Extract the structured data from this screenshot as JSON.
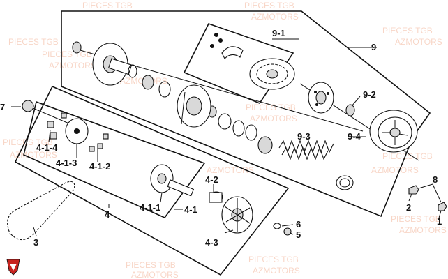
{
  "diagram": {
    "watermark": {
      "line1": "PIECES TGB",
      "line2": "AZMOTORS"
    },
    "colors": {
      "line": "#111111",
      "watermark": "#f3b59a",
      "logo_red": "#c8231f",
      "part_fill": "#ffffff",
      "part_shade": "#d9d9d9"
    },
    "callouts": {
      "c1": "1",
      "c2": "2",
      "c3": "3",
      "c4": "4",
      "c4_1": "4-1",
      "c4_1_1": "4-1-1",
      "c4_1_2": "4-1-2",
      "c4_1_3": "4-1-3",
      "c4_1_4": "4-1-4",
      "c4_2": "4-2",
      "c4_3": "4-3",
      "c5": "5",
      "c6": "6",
      "c7": "7",
      "c8": "8",
      "c9": "9",
      "c9_1": "9-1",
      "c9_2": "9-2",
      "c9_3": "9-3",
      "c9_4": "9-4"
    }
  }
}
